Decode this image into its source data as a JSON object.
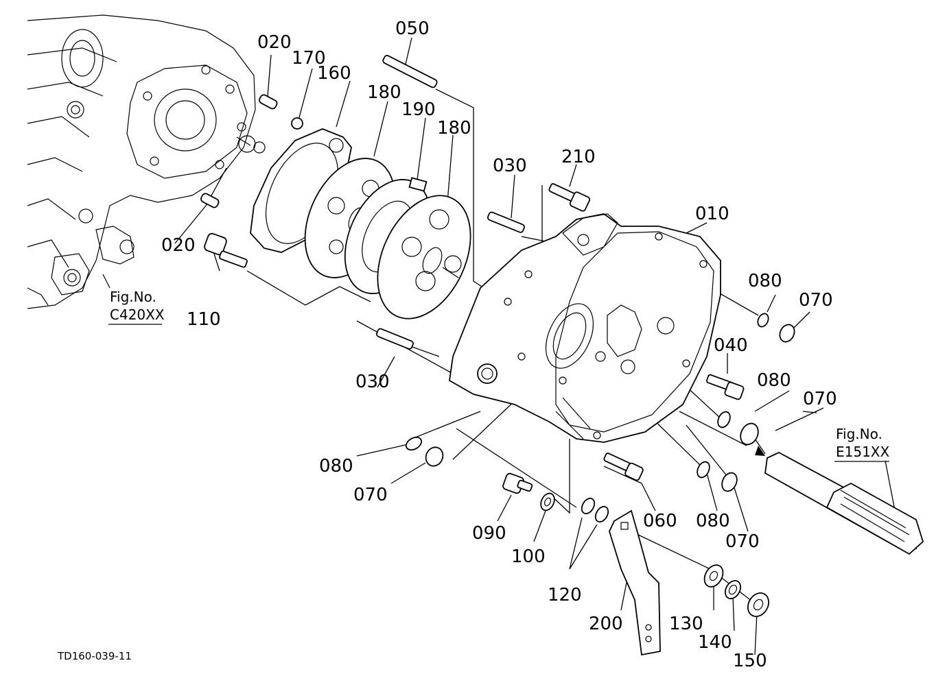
{
  "drawing_code": "TD160-039-11",
  "fig_refs": [
    {
      "line1": "Fig.No.",
      "line2": "C420XX"
    },
    {
      "line1": "Fig.No.",
      "line2": "E151XX"
    }
  ],
  "callouts": [
    {
      "text": "010"
    },
    {
      "text": "020"
    },
    {
      "text": "020"
    },
    {
      "text": "030"
    },
    {
      "text": "030"
    },
    {
      "text": "040"
    },
    {
      "text": "050"
    },
    {
      "text": "060"
    },
    {
      "text": "070"
    },
    {
      "text": "070"
    },
    {
      "text": "070"
    },
    {
      "text": "070"
    },
    {
      "text": "080"
    },
    {
      "text": "080"
    },
    {
      "text": "080"
    },
    {
      "text": "080"
    },
    {
      "text": "090"
    },
    {
      "text": "100"
    },
    {
      "text": "110"
    },
    {
      "text": "120"
    },
    {
      "text": "130"
    },
    {
      "text": "140"
    },
    {
      "text": "150"
    },
    {
      "text": "160"
    },
    {
      "text": "170"
    },
    {
      "text": "180"
    },
    {
      "text": "180"
    },
    {
      "text": "190"
    },
    {
      "text": "200"
    },
    {
      "text": "210"
    }
  ]
}
